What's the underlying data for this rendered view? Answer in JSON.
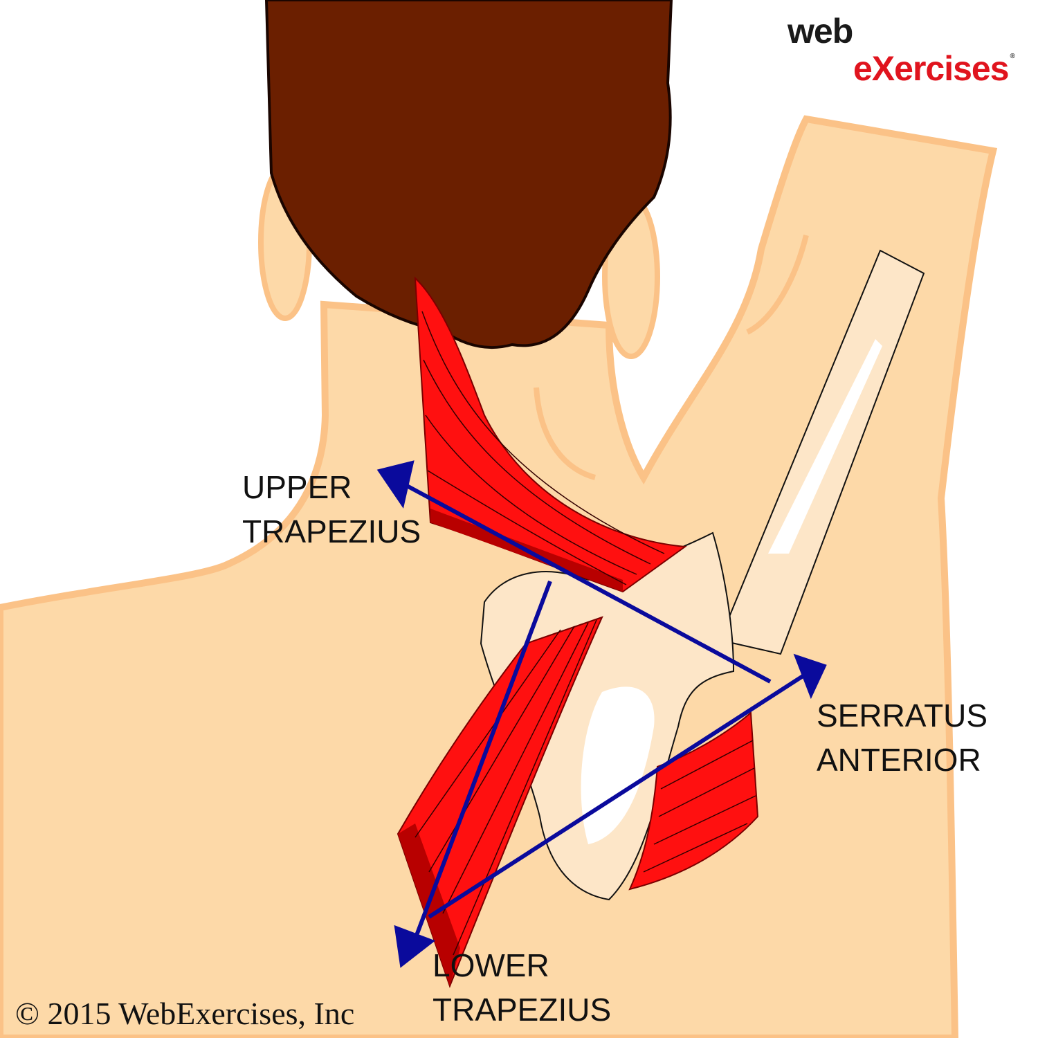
{
  "logo": {
    "part1": "web",
    "part2": "eXercises",
    "registered": "®"
  },
  "labels": {
    "upper_trapezius": [
      "UPPER",
      "TRAPEZIUS"
    ],
    "serratus_anterior": [
      "SERRATUS",
      "ANTERIOR"
    ],
    "lower_trapezius": [
      "LOWER",
      "TRAPEZIUS"
    ]
  },
  "copyright": "© 2015 WebExercises, Inc",
  "colors": {
    "skin": "#fdd9a8",
    "skin_outline": "#fbc287",
    "hair": "#6b1f00",
    "muscle": "#ff1010",
    "muscle_dark": "#b80000",
    "bone": "#fde6c8",
    "arrow": "#0a0a9c",
    "logo_red": "#e0141e"
  }
}
